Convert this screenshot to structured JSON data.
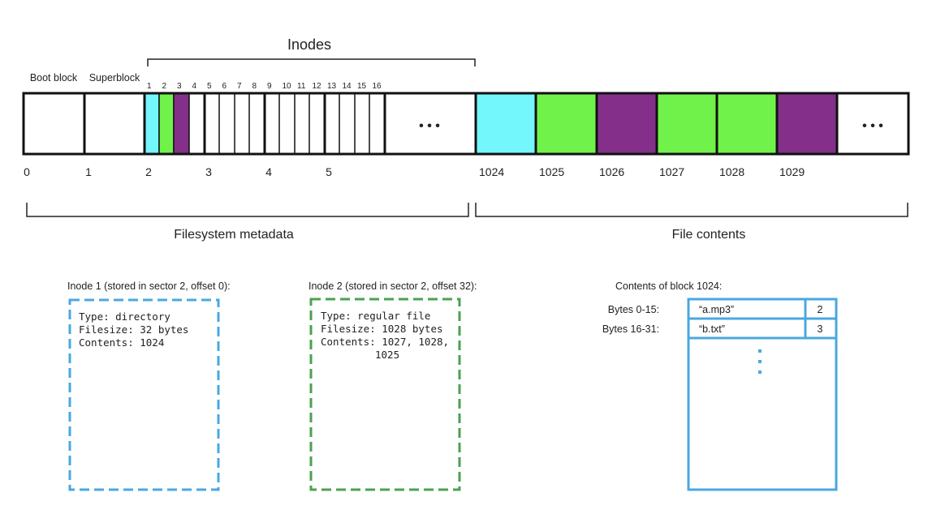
{
  "colors": {
    "cyan": "#73F6FC",
    "green": "#71F24A",
    "purple": "#84308A",
    "blue_dashed": "#4AA8E0",
    "green_dashed": "#4AA250",
    "table_blue": "#4AA8E0",
    "outline": "#111111"
  },
  "labels": {
    "inodes": "Inodes",
    "boot_block": "Boot block",
    "superblock": "Superblock",
    "ellipsis": "• • •",
    "metadata": "Filesystem metadata",
    "file_contents": "File contents"
  },
  "inode_numbers": [
    "1",
    "2",
    "3",
    "4",
    "5",
    "6",
    "7",
    "8",
    "9",
    "10",
    "11",
    "12",
    "13",
    "14",
    "15",
    "16"
  ],
  "block_numbers_left": [
    "0",
    "1",
    "2",
    "3",
    "4",
    "5"
  ],
  "block_numbers_right": [
    "1024",
    "1025",
    "1026",
    "1027",
    "1028",
    "1029"
  ],
  "inode1": {
    "heading": "Inode 1 (stored in sector 2, offset 0):",
    "lines": [
      "Type: directory",
      "Filesize: 32 bytes",
      "Contents: 1024"
    ]
  },
  "inode2": {
    "heading": "Inode 2 (stored in sector 2, offset 32):",
    "lines": [
      "Type: regular file",
      "Filesize: 1028 bytes",
      "Contents: 1027, 1028,",
      "1025"
    ]
  },
  "block1024": {
    "heading": "Contents of block 1024:",
    "rows": [
      {
        "range": "Bytes 0-15:",
        "name": "“a.mp3”",
        "inode": "2"
      },
      {
        "range": "Bytes 16-31:",
        "name": "“b.txt”",
        "inode": "3"
      }
    ]
  }
}
